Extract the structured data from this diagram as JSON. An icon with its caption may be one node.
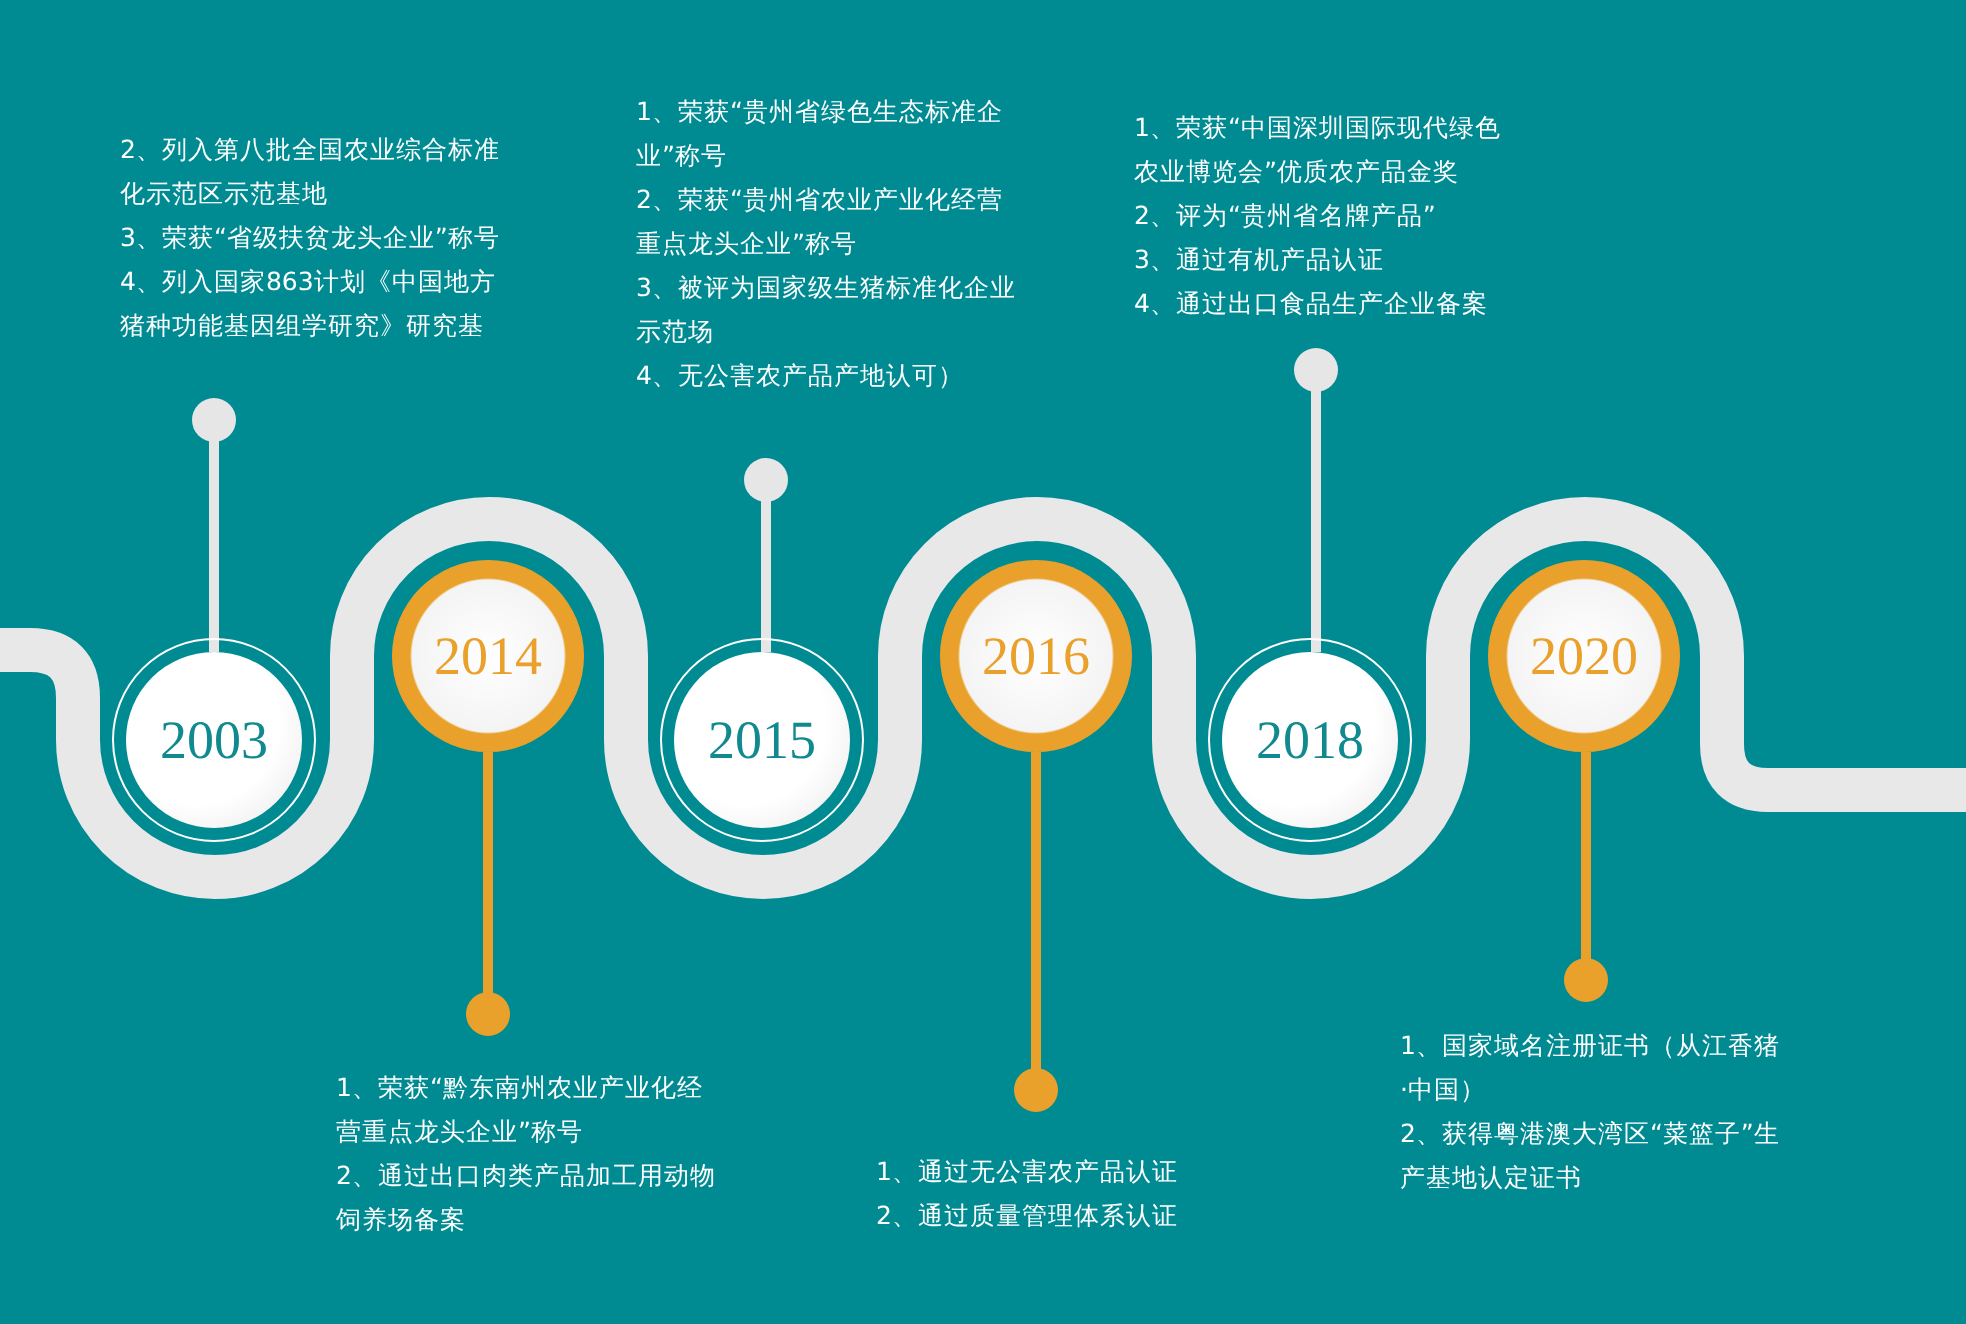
{
  "diagram": {
    "nodes": [
      {
        "text": [
          "2003"
        ]
      },
      {
        "text": [
          "2014"
        ]
      },
      {
        "text": [
          "2015"
        ]
      },
      {
        "text": [
          "2016"
        ]
      },
      {
        "text": [
          "2018"
        ]
      },
      {
        "text": [
          "2020"
        ]
      },
      {
        "text": [
          "2、列入第八批全国农业综合标准化示范区示范基地",
          "3、荣获“省级扶贫龙头企业”称号",
          "4、列入国家863计划《中国地方猪种功能基因组学研究》研究基"
        ]
      },
      {
        "text": [
          "1、荣获“黔东南州农业产业化经营重点龙头企业”称号",
          "2、通过出口肉类产品加工用动物饲养场备案"
        ]
      },
      {
        "text": [
          "1、荣获“贵州省绿色生态标准企业”称号",
          "2、荣获“贵州省农业产业化经营重点龙头企业”称号",
          "3、被评为国家级生猪标准化企业示范场",
          "4、无公害农产品产地认可）"
        ]
      },
      {
        "text": [
          "1、通过无公害农产品认证",
          "2、通过质量管理体系认证"
        ]
      },
      {
        "text": [
          "1、荣获“中国深圳国际现代绿色农业博览会”优质农产品金奖",
          "2、评为“贵州省名牌产品”",
          "3、通过有机产品认证",
          "4、通过出口食品生产企业备案"
        ]
      },
      {
        "text": [
          "1、国家域名注册证书（从江香猪·中国）",
          "2、获得粤港澳大湾区“菜篮子”生产基地认定证书"
        ]
      }
    ],
    "edges": [
      {
        "from": 6,
        "to": 0,
        "arrow": "other",
        "color": "#e6e6e6"
      },
      {
        "from": 7,
        "to": 1,
        "arrow": "other",
        "color": "#e9a12b"
      },
      {
        "from": 8,
        "to": 2,
        "arrow": "other",
        "color": "#e6e6e6"
      },
      {
        "from": 9,
        "to": 3,
        "arrow": "other",
        "color": "#e9a12b"
      },
      {
        "from": 10,
        "to": 4,
        "arrow": "other",
        "color": "#e6e6e6"
      },
      {
        "from": 11,
        "to": 5,
        "arrow": "other",
        "color": "#e9a12b"
      }
    ]
  }
}
